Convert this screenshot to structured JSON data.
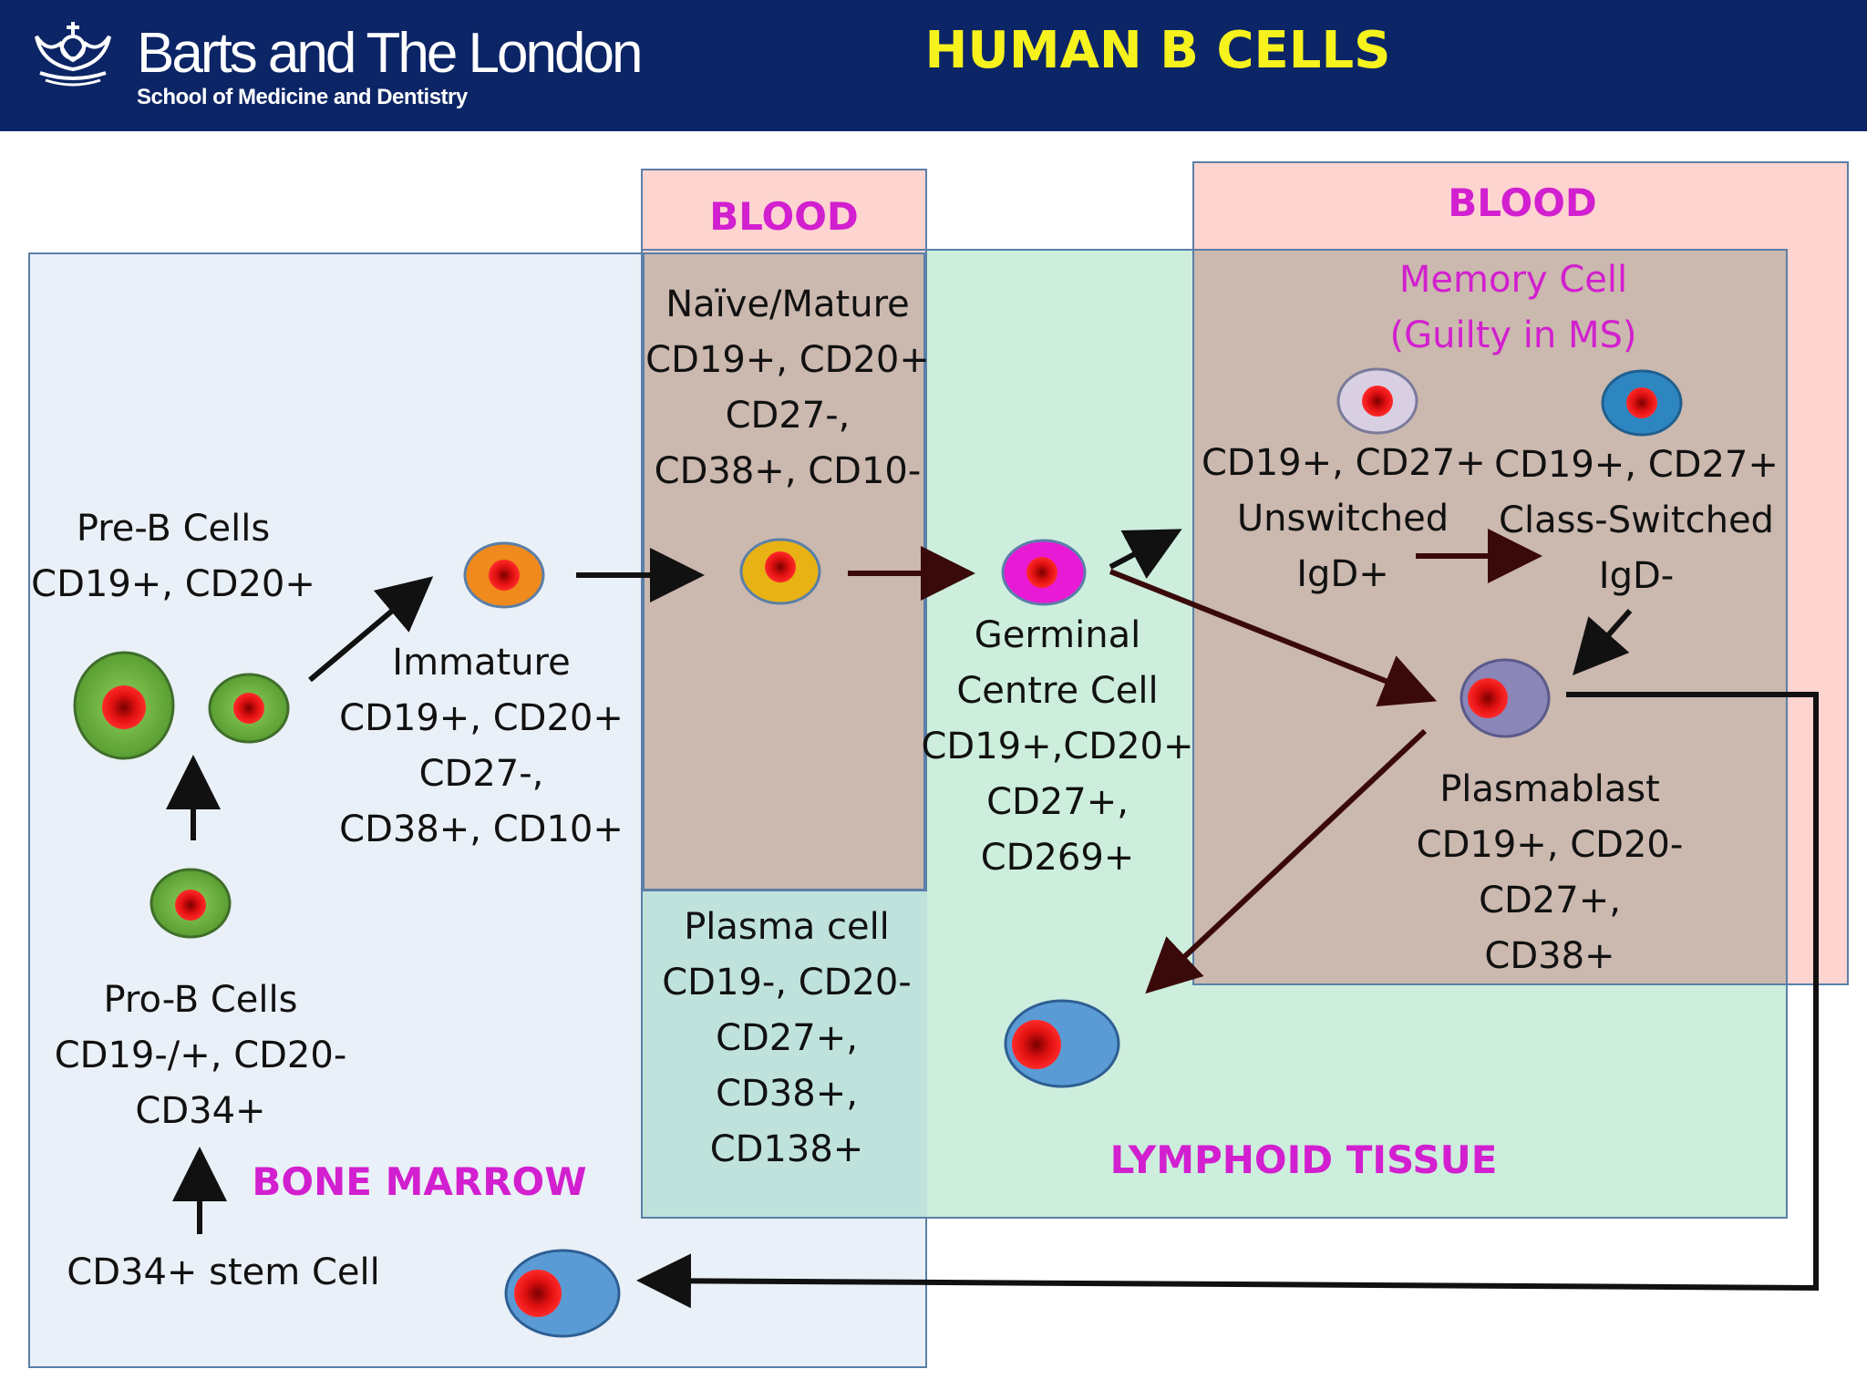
{
  "header": {
    "logo_main": "Barts and The London",
    "logo_sub": "School of Medicine and Dentistry",
    "title": "HUMAN B CELLS"
  },
  "icons": {
    "logo": "crown-crest-icon"
  },
  "colors": {
    "header_bg": "#0c2566",
    "title": "#f6f21d",
    "zone_label": "#d21fcf",
    "bone_marrow_bg": "#eaf0f7",
    "lymphoid_bg": "#cdeedd",
    "blood_bg": "#fdd4d0",
    "overlap_bg": "#cbb8ae"
  },
  "zones": {
    "blood_left": "BLOOD",
    "blood_right": "BLOOD",
    "bone_marrow": "BONE MARROW",
    "lymphoid_tissue": "LYMPHOID TISSUE"
  },
  "cells": {
    "stem": "CD34+ stem Cell",
    "pro_b": "Pro-B Cells\nCD19-/+, CD20-\nCD34+",
    "pre_b": "Pre-B Cells\nCD19+, CD20+",
    "immature": "Immature\nCD19+, CD20+\nCD27-,\nCD38+, CD10+",
    "naive": "Naïve/Mature\nCD19+, CD20+\nCD27-,\nCD38+, CD10-",
    "plasma": "Plasma cell\nCD19-, CD20-\nCD27+,\nCD38+,\nCD138+",
    "germinal": "Germinal\nCentre Cell\nCD19+,CD20+\nCD27+,\nCD269+",
    "memory_title": "Memory Cell\n(Guilty in MS)",
    "unswitched": "CD19+, CD27+\nUnswitched\nIgD+",
    "class_switched": "CD19+, CD27+\nClass-Switched\nIgD-",
    "plasmablast": "Plasmablast\nCD19+, CD20-\nCD27+,\nCD38+"
  }
}
